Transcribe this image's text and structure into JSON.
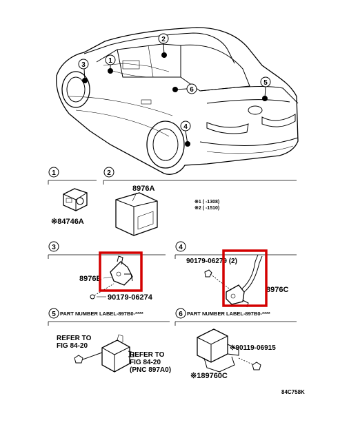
{
  "car": {
    "callouts": [
      "1",
      "2",
      "3",
      "4",
      "5",
      "6"
    ]
  },
  "sections": {
    "s1": {
      "num": "1",
      "part": "※84746A"
    },
    "s2": {
      "num": "2",
      "part": "8976A",
      "notes": [
        "※1 (   -1308)",
        "※2 (   -1510)"
      ]
    },
    "s3": {
      "num": "3",
      "part": "8976B",
      "bolt": "90179-06274"
    },
    "s4": {
      "num": "4",
      "bolt": "90179-06279 (2)",
      "part": "8976C"
    },
    "s5": {
      "num": "5",
      "header": "PART NUMBER LABEL-897B0-****",
      "refer_left": [
        "REFER TO",
        "FIG 84-20"
      ],
      "refer_right": [
        "REFER TO",
        "FIG 84-20",
        "(PNC 897A0)"
      ]
    },
    "s6": {
      "num": "6",
      "header": "PART NUMBER LABEL-897B0-****",
      "bolt": "※90119-06915",
      "part": "※189760C"
    }
  },
  "figure_code": "84C758K",
  "highlight_color": "#d40000"
}
